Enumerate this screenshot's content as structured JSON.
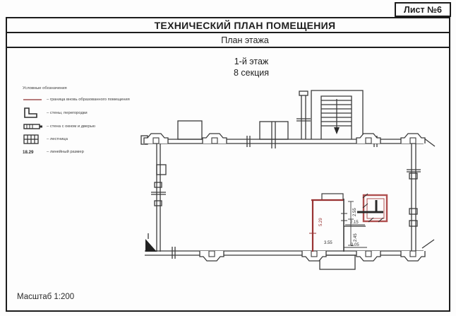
{
  "document": {
    "sheet_number": "Лист №6",
    "title": "ТЕХНИЧЕСКИЙ ПЛАН ПОМЕЩЕНИЯ",
    "subtitle": "План этажа",
    "floor": "1-й этаж",
    "section": "8 секция",
    "scale": "Масштаб 1:200"
  },
  "legend": {
    "title": "Условные обозначения",
    "items": [
      {
        "name": "boundary-line",
        "label": "– граница вновь образованного помещения"
      },
      {
        "name": "walls-partitions",
        "label": "– стены, перегородки"
      },
      {
        "name": "wall-with-window-and-door",
        "label": "– стена с окном и дверью"
      },
      {
        "name": "staircase",
        "label": "– лестница"
      },
      {
        "name": "linear-dimension",
        "sample": "18.29",
        "label": "– линейный размер"
      }
    ]
  },
  "plan": {
    "dimensions": {
      "left_wall": "5.29",
      "bottom_left_width": "3.55",
      "bottom_right_width": "2.05",
      "inner_width": "2.15",
      "inner_height_lower": "2.45",
      "inner_height_upper": "2.55"
    },
    "colors": {
      "boundary_red": "#993333",
      "ink": "#3a3a3a"
    }
  }
}
